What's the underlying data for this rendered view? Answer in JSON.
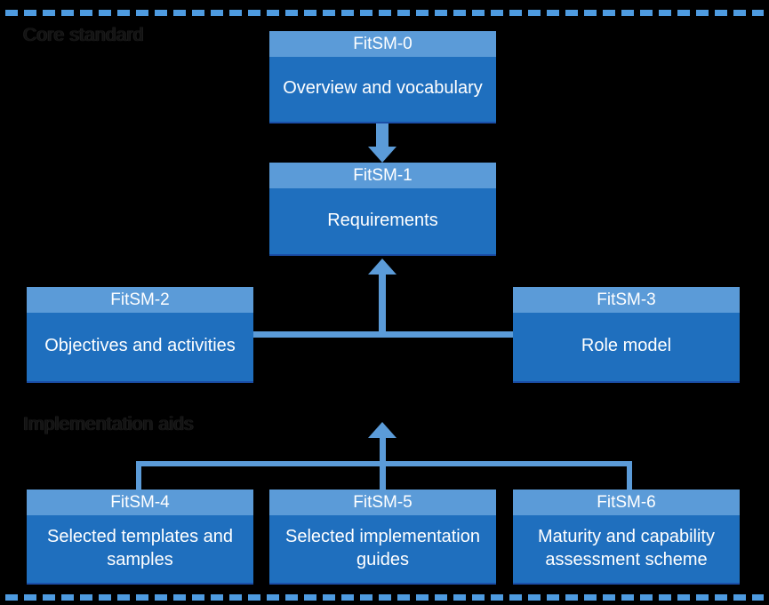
{
  "page": {
    "background_color": "#000000",
    "accent_color": "#5B9BD8",
    "box_body_color": "#1F6FBE",
    "text_color": "#FFFFFF"
  },
  "sections": {
    "core": {
      "caption": "Core standard"
    },
    "aids": {
      "caption": "Implementation aids"
    }
  },
  "boxes": {
    "fitsm0": {
      "title": "FitSM-0",
      "body": "Overview and vocabulary"
    },
    "fitsm1": {
      "title": "FitSM-1",
      "body": "Requirements"
    },
    "fitsm2": {
      "title": "FitSM-2",
      "body": "Objectives and activities"
    },
    "fitsm3": {
      "title": "FitSM-3",
      "body": "Role model"
    },
    "fitsm4": {
      "title": "FitSM-4",
      "body": "Selected templates and samples"
    },
    "fitsm5": {
      "title": "FitSM-5",
      "body": "Selected implementation guides"
    },
    "fitsm6": {
      "title": "FitSM-6",
      "body": "Maturity and capability assessment scheme"
    }
  },
  "connectors": {
    "fitsm0_to_fitsm1": {
      "direction": "down"
    },
    "fitsm2_fitsm3_to_fitsm1": {
      "direction": "up"
    },
    "fitsm4_fitsm5_fitsm6_to_fitsm1": {
      "direction": "up"
    }
  }
}
